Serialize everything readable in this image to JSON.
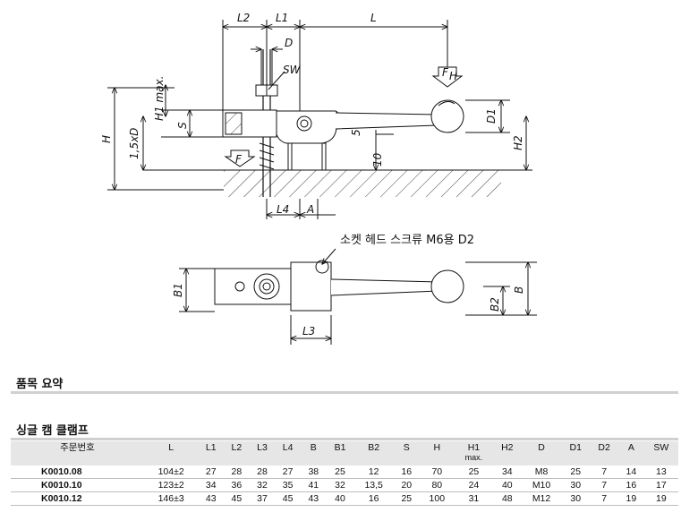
{
  "drawing": {
    "top_view_labels": {
      "L2": "L2",
      "L1": "L1",
      "L": "L",
      "D": "D",
      "SW": "SW",
      "FH": "F",
      "FH_sub": "H",
      "H1max": "H1 max.",
      "S": "S",
      "H": "H",
      "onefive": "1,5xD",
      "D1": "D1",
      "H2": "H2",
      "five": "5",
      "ten": "10",
      "F": "F",
      "L4": "L4",
      "A": "A"
    },
    "plan_view_labels": {
      "note": "소켓 헤드 스크류 M6용 D2",
      "B1": "B1",
      "B": "B",
      "B2": "B2",
      "L3": "L3"
    }
  },
  "summary_title": "품목 요약",
  "product_title": "싱글 캠 클램프",
  "table": {
    "headers": [
      "주문번호",
      "L",
      "L1",
      "L2",
      "L3",
      "L4",
      "B",
      "B1",
      "B2",
      "S",
      "H",
      "H1",
      "H2",
      "D",
      "D1",
      "D2",
      "A",
      "SW"
    ],
    "header_sub": {
      "H1": "max."
    },
    "rows": [
      [
        "K0010.08",
        "104±2",
        "27",
        "28",
        "28",
        "27",
        "38",
        "25",
        "12",
        "16",
        "70",
        "25",
        "34",
        "M8",
        "25",
        "7",
        "14",
        "13"
      ],
      [
        "K0010.10",
        "123±2",
        "34",
        "36",
        "32",
        "35",
        "41",
        "32",
        "13,5",
        "20",
        "80",
        "24",
        "40",
        "M10",
        "30",
        "7",
        "16",
        "17"
      ],
      [
        "K0010.12",
        "146±3",
        "43",
        "45",
        "37",
        "45",
        "43",
        "40",
        "16",
        "25",
        "100",
        "31",
        "48",
        "M12",
        "30",
        "7",
        "19",
        "19"
      ]
    ]
  }
}
